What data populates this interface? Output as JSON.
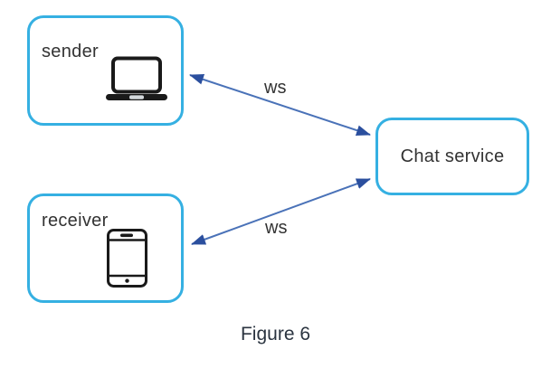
{
  "diagram": {
    "nodes": {
      "sender": {
        "label": "sender",
        "icon": "laptop-icon"
      },
      "receiver": {
        "label": "receiver",
        "icon": "smartphone-icon"
      },
      "chat_service": {
        "label": "Chat service"
      }
    },
    "edges": {
      "sender_ws": {
        "label": "ws",
        "from": "sender",
        "to": "chat_service",
        "style": "double-arrow"
      },
      "receiver_ws": {
        "label": "ws",
        "from": "receiver",
        "to": "chat_service",
        "style": "double-arrow"
      }
    },
    "caption": "Figure 6",
    "colors": {
      "node_border": "#35b0e2",
      "arrow_line": "#4a72b8",
      "arrow_head": "#2b4f9e",
      "text": "#333333",
      "icon": "#1a1a1a",
      "caption": "#2b3440"
    }
  }
}
